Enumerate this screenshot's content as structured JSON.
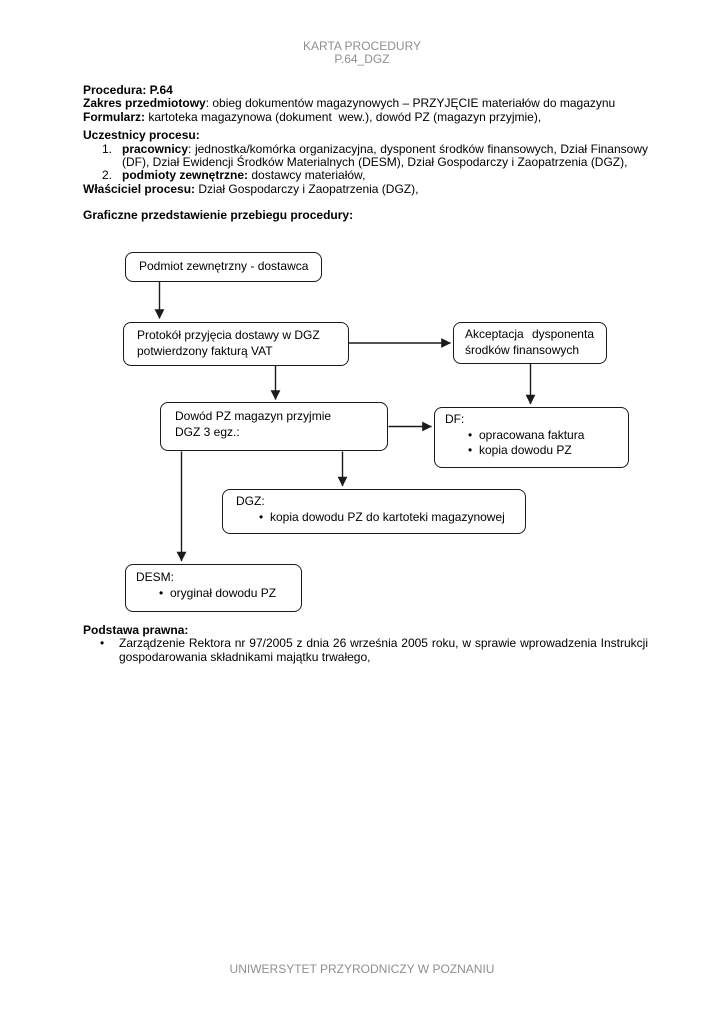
{
  "header": {
    "title": "KARTA PROCEDURY",
    "subtitle": "P.64_DGZ"
  },
  "intro": {
    "procedura": "Procedura: P.64",
    "zakres_label": "Zakres przedmiotowy",
    "zakres_text": ": obieg dokumentów magazynowych – PRZYJĘCIE materiałów do magazynu",
    "formularz_label": "Formularz:",
    "formularz_text": " kartoteka magazynowa (dokument  wew.), dowód PZ (magazyn przyjmie),",
    "uczestnicy_label": "Uczestnicy procesu:",
    "item1_num": "1.",
    "item1_label": "pracownicy",
    "item1_text": ": jednostka/komórka organizacyjna, dysponent środków finansowych, Dział Finansowy (DF), Dział Ewidencji Środków Materialnych (DESM), Dział Gospodarczy i Zaopatrzenia (DGZ),",
    "item2_num": "2.",
    "item2_label": "podmioty zewnętrzne:",
    "item2_text": " dostawcy materiałów,",
    "wlasciciel_label": "Właściciel procesu:",
    "wlasciciel_text": " Dział Gospodarczy i Zaopatrzenia (DGZ),",
    "graficzne_label": "Graficzne przedstawienie przebiegu procedury:"
  },
  "flowchart": {
    "supplier": {
      "text": "Podmiot zewnętrzny - dostawca"
    },
    "protocol": {
      "line1": "Protokół przyjęcia dostawy w DGZ",
      "line2": "potwierdzony fakturą VAT"
    },
    "acceptance": {
      "line1": "Akceptacja dysponenta",
      "line2": "środków finansowych"
    },
    "pz": {
      "line1": "Dowód PZ magazyn przyjmie",
      "line2": "DGZ 3 egz.:"
    },
    "df": {
      "title": "DF:",
      "items": [
        "opracowana faktura",
        "kopia dowodu PZ"
      ]
    },
    "dgz": {
      "title": "DGZ:",
      "items": [
        "kopia dowodu PZ do kartoteki magazynowej"
      ]
    },
    "desm": {
      "title": "DESM:",
      "items": [
        "oryginał dowodu PZ"
      ]
    }
  },
  "legal": {
    "title": "Podstawa prawna:",
    "bullet": "Zarządzenie Rektora nr 97/2005 z dnia 26 września 2005 roku, w sprawie wprowadzenia Instrukcji gospodarowania składnikami majątku trwałego,"
  },
  "footer": {
    "text": "UNIWERSYTET PRZYRODNICZY W POZNANIU"
  },
  "colors": {
    "muted_text": "#8f8f8f",
    "body_text": "#000000",
    "box_border": "#1b1b1b"
  }
}
